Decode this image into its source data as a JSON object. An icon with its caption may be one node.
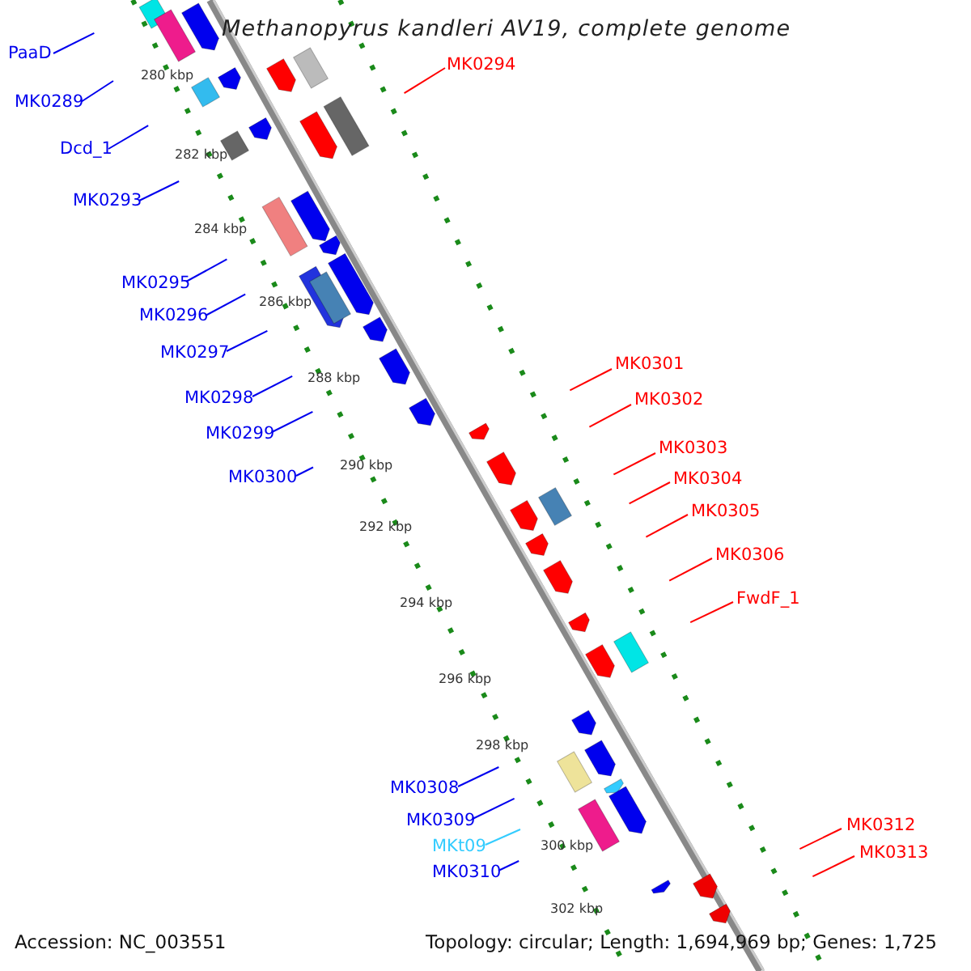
{
  "diagram": {
    "title": "Methanopyrus kandleri AV19, complete genome",
    "nodes": [
      {
        "text": [
          "PaaD"
        ]
      },
      {
        "text": [
          "MK0289"
        ]
      },
      {
        "text": [
          "Dcd_1"
        ]
      },
      {
        "text": [
          "MK0293"
        ]
      },
      {
        "text": [
          "MK0294"
        ]
      },
      {
        "text": [
          "MK0295"
        ]
      },
      {
        "text": [
          "MK0296"
        ]
      },
      {
        "text": [
          "MK0297"
        ]
      },
      {
        "text": [
          "MK0298"
        ]
      },
      {
        "text": [
          "MK0299"
        ]
      },
      {
        "text": [
          "MK0300"
        ]
      },
      {
        "text": [
          "MK0301"
        ]
      },
      {
        "text": [
          "MK0302"
        ]
      },
      {
        "text": [
          "MK0303"
        ]
      },
      {
        "text": [
          "MK0304"
        ]
      },
      {
        "text": [
          "MK0305"
        ]
      },
      {
        "text": [
          "MK0306"
        ]
      },
      {
        "text": [
          "FwdF_1"
        ]
      },
      {
        "text": [
          "MK0308"
        ]
      },
      {
        "text": [
          "MK0309"
        ]
      },
      {
        "text": [
          "MKt09"
        ]
      },
      {
        "text": [
          "MK0310"
        ]
      },
      {
        "text": [
          "MK0312"
        ]
      },
      {
        "text": [
          "MK0313"
        ]
      }
    ],
    "edges": [
      {
        "from": 0,
        "to": null,
        "arrow": "none"
      },
      {
        "from": 1,
        "to": null,
        "arrow": "none"
      },
      {
        "from": 2,
        "to": null,
        "arrow": "none"
      },
      {
        "from": 3,
        "to": null,
        "arrow": "none"
      },
      {
        "from": 4,
        "to": null,
        "arrow": "none",
        "color": "#ff0000"
      },
      {
        "from": 5,
        "to": null,
        "arrow": "none"
      },
      {
        "from": 6,
        "to": null,
        "arrow": "none"
      },
      {
        "from": 7,
        "to": null,
        "arrow": "none"
      },
      {
        "from": 8,
        "to": null,
        "arrow": "none"
      },
      {
        "from": 9,
        "to": null,
        "arrow": "none"
      },
      {
        "from": 10,
        "to": null,
        "arrow": "none"
      },
      {
        "from": 11,
        "to": null,
        "arrow": "none",
        "color": "#ff0000"
      },
      {
        "from": 12,
        "to": null,
        "arrow": "none",
        "color": "#ff0000"
      },
      {
        "from": 13,
        "to": null,
        "arrow": "none",
        "color": "#ff0000"
      },
      {
        "from": 14,
        "to": null,
        "arrow": "none",
        "color": "#ff0000"
      },
      {
        "from": 15,
        "to": null,
        "arrow": "none",
        "color": "#ff0000"
      },
      {
        "from": 16,
        "to": null,
        "arrow": "none",
        "color": "#ff0000"
      },
      {
        "from": 17,
        "to": null,
        "arrow": "none",
        "color": "#ff0000"
      },
      {
        "from": 18,
        "to": null,
        "arrow": "none"
      },
      {
        "from": 19,
        "to": null,
        "arrow": "none"
      },
      {
        "from": 20,
        "to": null,
        "arrow": "none",
        "color": "#33ccff"
      },
      {
        "from": 21,
        "to": null,
        "arrow": "none"
      },
      {
        "from": 22,
        "to": null,
        "arrow": "none",
        "color": "#ff0000"
      },
      {
        "from": 23,
        "to": null,
        "arrow": "none",
        "color": "#ff0000"
      }
    ],
    "labels": [
      "280 kbp",
      "282 kbp",
      "284 kbp",
      "286 kbp",
      "288 kbp",
      "290 kbp",
      "292 kbp",
      "294 kbp",
      "296 kbp",
      "298 kbp",
      "300 kbp",
      "302 kbp",
      "Accession: NC_003551",
      "Topology: circular; Length: 1,694,969 bp; Genes: 1,725"
    ]
  }
}
